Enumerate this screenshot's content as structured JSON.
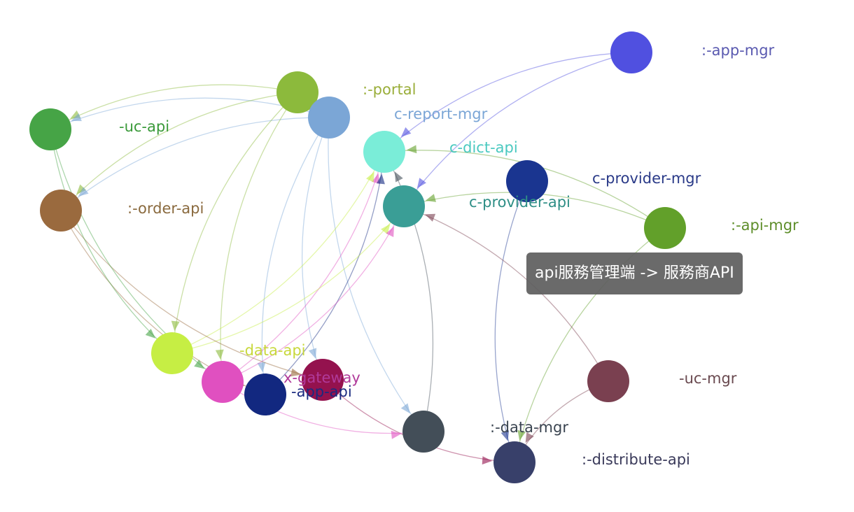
{
  "graph": {
    "nodes": [
      {
        "id": "app-mgr",
        "label": ":-app-mgr",
        "color": "#5050e0",
        "label_color": "#5a5ab0"
      },
      {
        "id": "portal",
        "label": ":-portal",
        "color": "#8cba3c",
        "label_color": "#9aae3a"
      },
      {
        "id": "report-mgr",
        "label": "c-report-mgr",
        "color": "#7ba6d6",
        "label_color": "#7ba6d6"
      },
      {
        "id": "uc-api",
        "label": "-uc-api",
        "color": "#46a446",
        "label_color": "#3a9a3a"
      },
      {
        "id": "dict-api",
        "label": "c-dict-api",
        "color": "#7aedd8",
        "label_color": "#4ac9c0"
      },
      {
        "id": "provider-mgr",
        "label": "c-provider-mgr",
        "color": "#1a3590",
        "label_color": "#2a3a88"
      },
      {
        "id": "order-api",
        "label": ":-order-api",
        "color": "#9a6a3e",
        "label_color": "#8a6a3e"
      },
      {
        "id": "provider-api",
        "label": "c-provider-api",
        "color": "#3a9e96",
        "label_color": "#2e8e86"
      },
      {
        "id": "api-mgr",
        "label": ":-api-mgr",
        "color": "#62a02a",
        "label_color": "#5e8e2a"
      },
      {
        "id": "data-api",
        "label": "-data-api",
        "color": "#c6ee44",
        "label_color": "#c8d83c"
      },
      {
        "id": "gateway",
        "label": "x-gateway",
        "color": "#e050c0",
        "label_color": "#b03a9a"
      },
      {
        "id": "app-api",
        "label": "-app-api",
        "color": "#122880",
        "label_color": "#1a2a80"
      },
      {
        "id": "api-gateway",
        "label": "",
        "color": "#94124e",
        "label_color": "#94124e"
      },
      {
        "id": "uc-mgr",
        "label": "-uc-mgr",
        "color": "#7a4050",
        "label_color": "#6a4a50"
      },
      {
        "id": "data-mgr",
        "label": ":-data-mgr",
        "color": "#434e58",
        "label_color": "#3a4450"
      },
      {
        "id": "distribute-api",
        "label": ":-distribute-api",
        "color": "#38406a",
        "label_color": "#3a3a5a"
      }
    ],
    "edges": [
      {
        "source": "portal",
        "target": "uc-api"
      },
      {
        "source": "report-mgr",
        "target": "uc-api"
      },
      {
        "source": "portal",
        "target": "order-api"
      },
      {
        "source": "report-mgr",
        "target": "order-api"
      },
      {
        "source": "portal",
        "target": "data-api"
      },
      {
        "source": "portal",
        "target": "gateway"
      },
      {
        "source": "report-mgr",
        "target": "app-api"
      },
      {
        "source": "report-mgr",
        "target": "api-gateway"
      },
      {
        "source": "report-mgr",
        "target": "data-mgr"
      },
      {
        "source": "app-mgr",
        "target": "dict-api"
      },
      {
        "source": "app-mgr",
        "target": "provider-api"
      },
      {
        "source": "provider-mgr",
        "target": "distribute-api"
      },
      {
        "source": "api-mgr",
        "target": "provider-api"
      },
      {
        "source": "api-mgr",
        "target": "dict-api"
      },
      {
        "source": "api-mgr",
        "target": "distribute-api"
      },
      {
        "source": "uc-mgr",
        "target": "provider-api"
      },
      {
        "source": "uc-mgr",
        "target": "distribute-api"
      },
      {
        "source": "data-mgr",
        "target": "dict-api"
      },
      {
        "source": "gateway",
        "target": "dict-api"
      },
      {
        "source": "app-api",
        "target": "dict-api"
      },
      {
        "source": "data-api",
        "target": "dict-api"
      },
      {
        "source": "data-api",
        "target": "provider-api"
      },
      {
        "source": "gateway",
        "target": "provider-api"
      },
      {
        "source": "order-api",
        "target": "api-gateway"
      },
      {
        "source": "order-api",
        "target": "app-api"
      },
      {
        "source": "uc-api",
        "target": "data-api"
      },
      {
        "source": "uc-api",
        "target": "gateway"
      },
      {
        "source": "api-gateway",
        "target": "distribute-api"
      },
      {
        "source": "gateway",
        "target": "data-mgr"
      }
    ]
  },
  "tooltip": {
    "text": "api服務管理端 -> 服務商API"
  }
}
